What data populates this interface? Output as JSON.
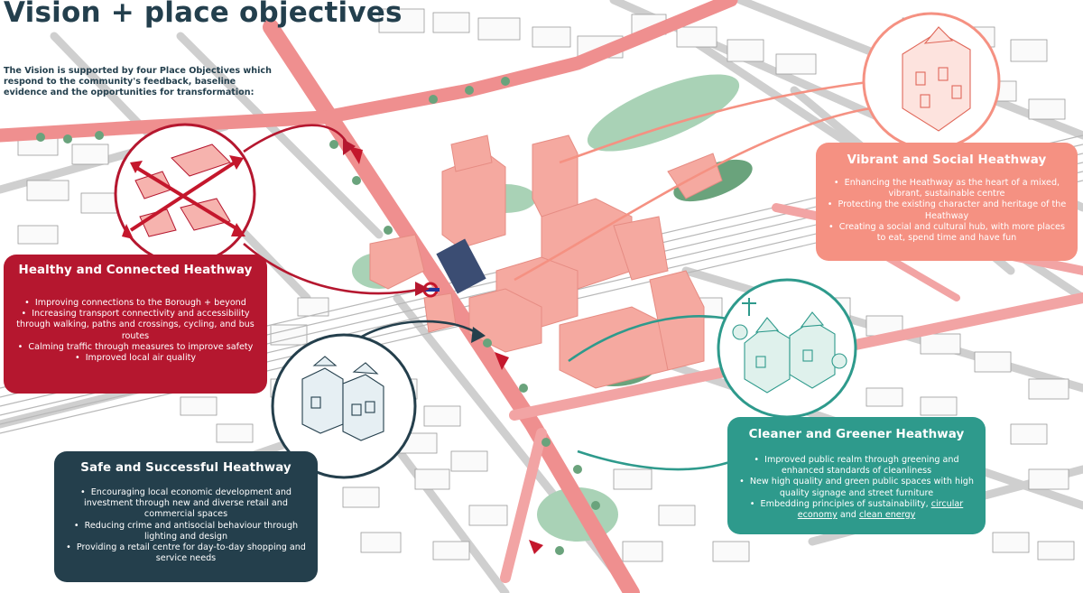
{
  "title": "Vision + place objectives",
  "intro": "The Vision is supported by four Place Objectives which respond to the community's feedback, baseline evidence and the opportunities for transformation:",
  "colors": {
    "healthy": "#b5172f",
    "safe": "#243f4c",
    "vibrant": "#f59182",
    "cleaner": "#2e9a8c",
    "road": "#ef8f8f",
    "building": "#f5a9a0",
    "green": "#a7d1b4"
  },
  "icons": [
    "connections-icon",
    "shopfront-icon",
    "heritage-building-icon",
    "green-housing-icon",
    "underground-roundel-icon"
  ],
  "objectives": {
    "healthy": {
      "heading": "Healthy and Connected Heathway",
      "points": [
        "Improving connections to the Borough + beyond",
        "Increasing transport connectivity and accessibility through walking, paths and crossings, cycling, and bus routes",
        "Calming traffic through measures to improve safety",
        "Improved local air quality"
      ]
    },
    "safe": {
      "heading": "Safe and Successful Heathway",
      "points": [
        "Encouraging local economic development and investment through new and diverse retail and commercial spaces",
        "Reducing crime and antisocial behaviour through lighting and design",
        "Providing a retail centre for day-to-day shopping and service needs"
      ]
    },
    "vibrant": {
      "heading": "Vibrant and Social Heathway",
      "points": [
        "Enhancing the Heathway as the heart of a mixed, vibrant, sustainable centre",
        "Protecting the existing character and heritage of the Heathway",
        "Creating a social and cultural hub, with more places to eat, spend time and have fun"
      ]
    },
    "cleaner": {
      "heading": "Cleaner and Greener Heathway",
      "points": [
        "Improved public realm through greening and enhanced standards of cleanliness",
        "New high quality and green public spaces with high quality signage and street furniture"
      ],
      "point3_text": "Embedding principles of sustainability,",
      "point3_link1": "circular economy",
      "point3_and": "and",
      "point3_link2": "clean energy"
    }
  }
}
